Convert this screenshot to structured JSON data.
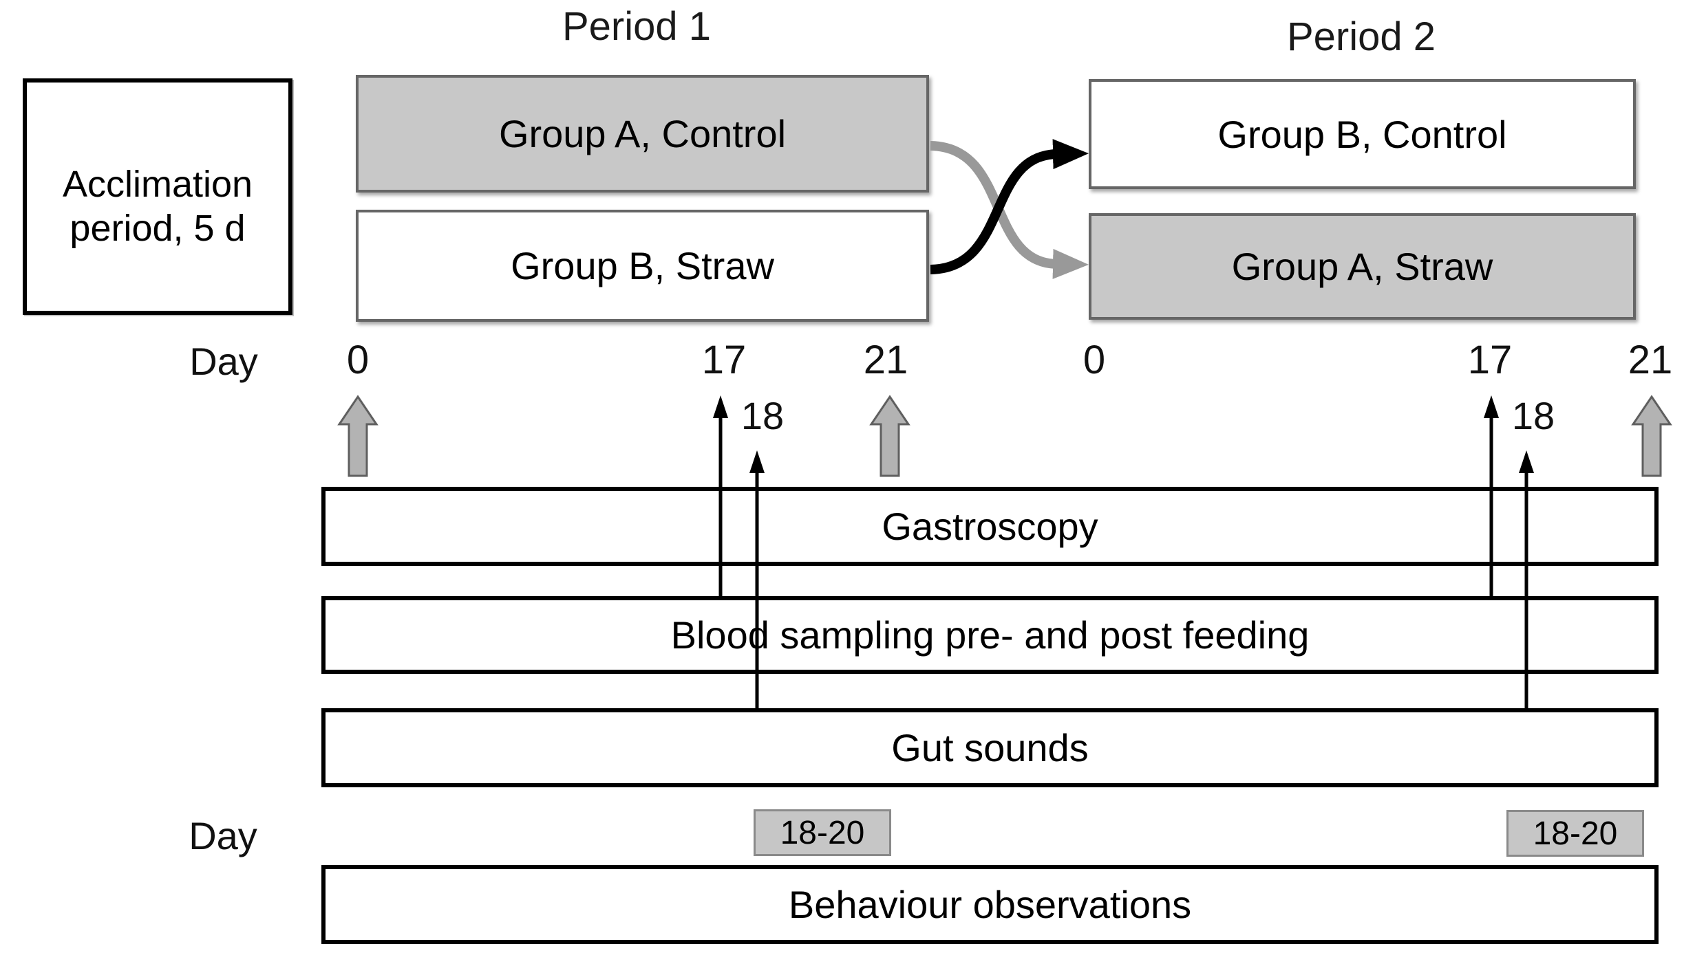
{
  "acclimation": {
    "line1": "Acclimation",
    "line2": "period, 5 d"
  },
  "day_axis": {
    "top_label": "Day",
    "bottom_label": "Day"
  },
  "periods": {
    "p1": {
      "title": "Period 1",
      "top_box": "Group A, Control",
      "bottom_box": "Group B, Straw",
      "days": {
        "start": "0",
        "gastroscopy_day": "17",
        "gut_day": "18",
        "end": "21"
      }
    },
    "p2": {
      "title": "Period 2",
      "top_box": "Group B, Control",
      "bottom_box": "Group A, Straw",
      "days": {
        "start": "0",
        "gastroscopy_day": "17",
        "gut_day": "18",
        "end": "21"
      }
    }
  },
  "procedure_rows": {
    "gastroscopy": "Gastroscopy",
    "blood_sampling": "Blood sampling pre- and post feeding",
    "gut_sounds": "Gut sounds",
    "behaviour": "Behaviour observations"
  },
  "behaviour_day_badges": {
    "p1": "18-20",
    "p2": "18-20"
  },
  "colors": {
    "group_box_fill_gray": "#c8c8c8",
    "group_box_border": "#666666",
    "procedure_box_border": "#000000",
    "crossover_arrow_black": "#000000",
    "crossover_arrow_gray": "#999999",
    "block_arrow_fill": "#b3b3b3",
    "block_arrow_border": "#5f5f5f",
    "badge_fill": "#c6c6c6",
    "badge_border": "#8a8a8a"
  }
}
